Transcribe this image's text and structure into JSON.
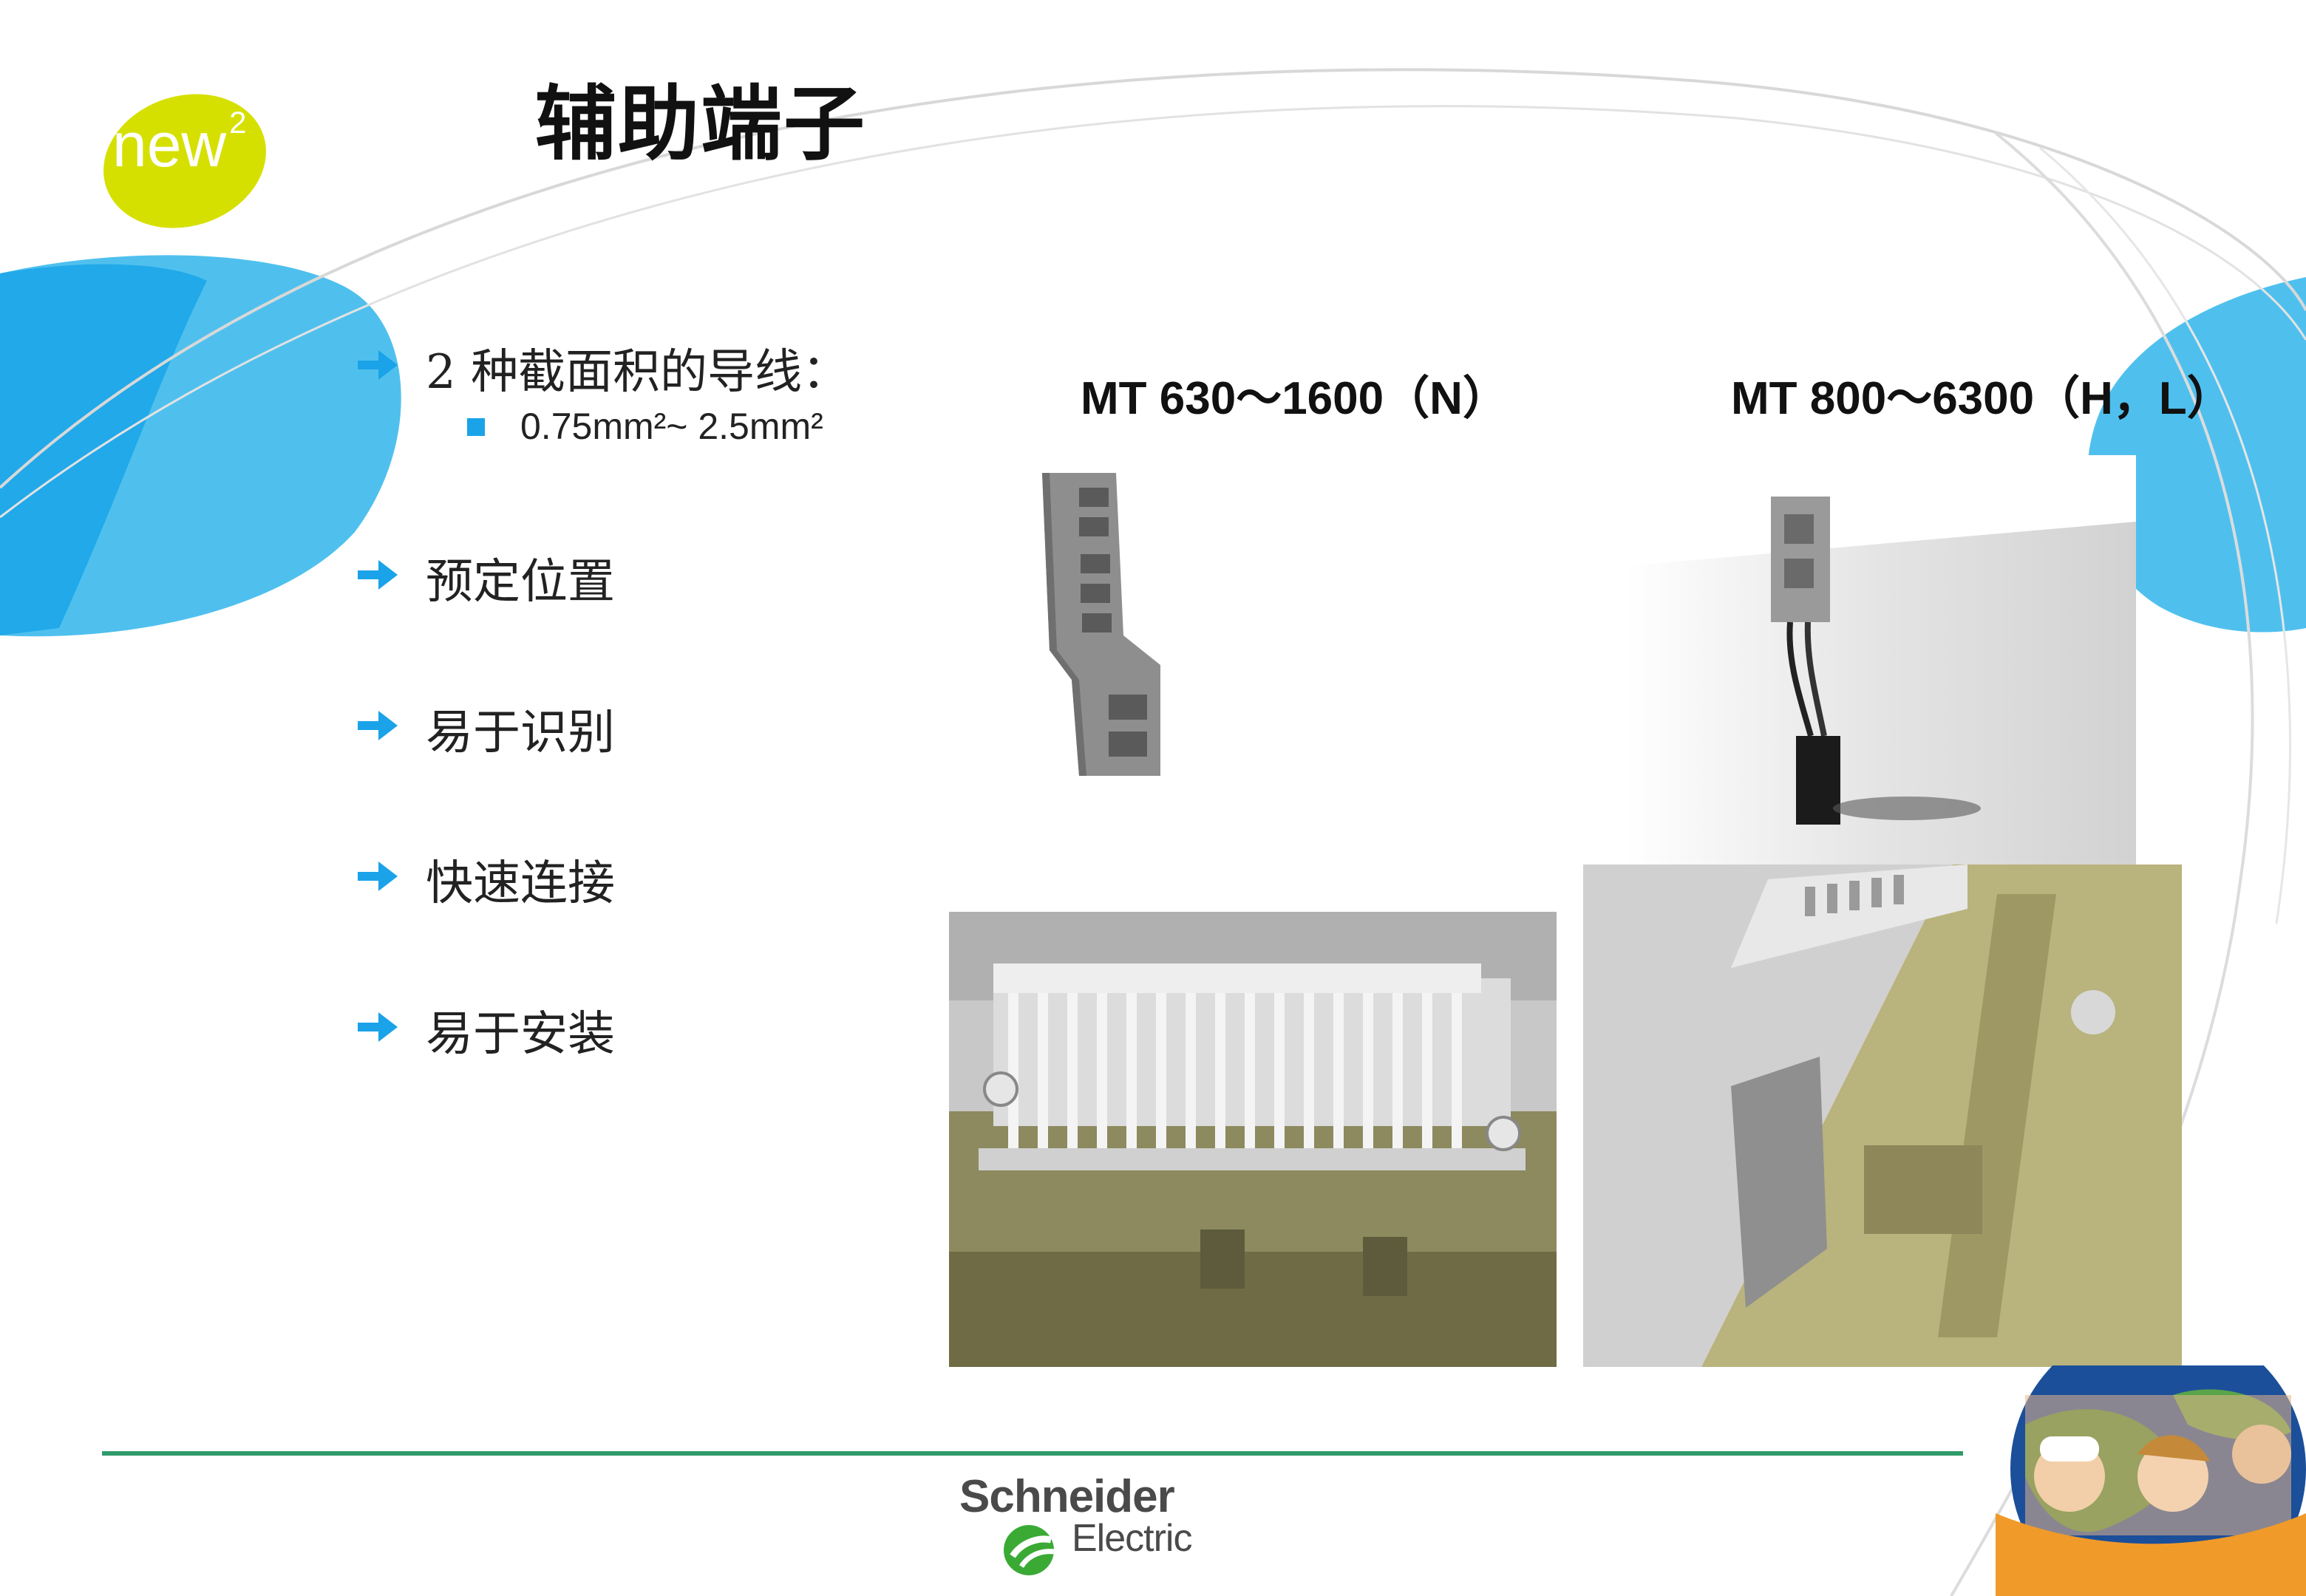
{
  "slide": {
    "title": "辅助端子",
    "badge": {
      "text": "new",
      "sup": "2"
    }
  },
  "bullets": [
    {
      "text": "2 种截面积的导线："
    },
    {
      "text": "预定位置"
    },
    {
      "text": "易于识别"
    },
    {
      "text": "快速连接"
    },
    {
      "text": "易于安装"
    }
  ],
  "sub_bullet": {
    "text": "0.75mm²~ 2.5mm²"
  },
  "models": {
    "left": "MT 630～1600（N）",
    "right": "MT 800～6300（H，L）"
  },
  "brand": {
    "name_top": "Schneider",
    "name_bottom": "Electric"
  },
  "colors": {
    "accent_blue": "#1aa3e8",
    "light_blue": "#4fc0ee",
    "badge_green": "#d6e000",
    "line_green": "#2f9a6a",
    "olive": "#b6b07a"
  }
}
